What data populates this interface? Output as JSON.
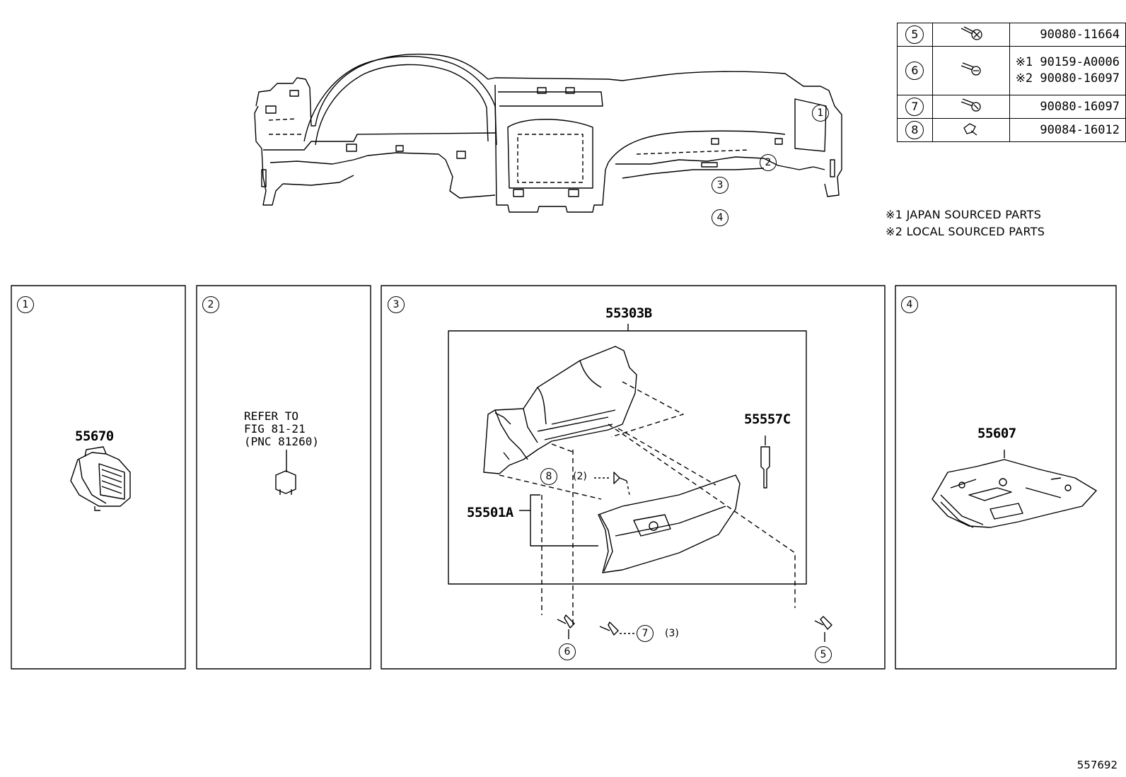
{
  "parts_table": [
    {
      "ref": "5",
      "lines": [
        "90080-11664"
      ]
    },
    {
      "ref": "6",
      "lines": [
        "※1 90159-A0006",
        "※2 90080-16097"
      ]
    },
    {
      "ref": "7",
      "lines": [
        "90080-16097"
      ]
    },
    {
      "ref": "8",
      "lines": [
        "90084-16012"
      ]
    }
  ],
  "notes": [
    "※1 JAPAN SOURCED PARTS",
    "※2 LOCAL SOURCED PARTS"
  ],
  "overview_callouts": [
    "1",
    "2",
    "3",
    "4"
  ],
  "panels": [
    {
      "ref": "1",
      "pnc": "55670"
    },
    {
      "ref": "2",
      "refer_lines": [
        "REFER TO",
        "FIG 81-21",
        "(PNC 81260)"
      ]
    },
    {
      "ref": "3",
      "pncs": [
        "55303B",
        "55557C",
        "55501A"
      ],
      "callouts": [
        {
          "ref": "8",
          "qty": "(2)"
        },
        {
          "ref": "7",
          "qty": "(3)"
        },
        {
          "ref": "6"
        },
        {
          "ref": "5"
        }
      ]
    },
    {
      "ref": "4",
      "pnc": "55607"
    }
  ],
  "figure_id": "557692"
}
